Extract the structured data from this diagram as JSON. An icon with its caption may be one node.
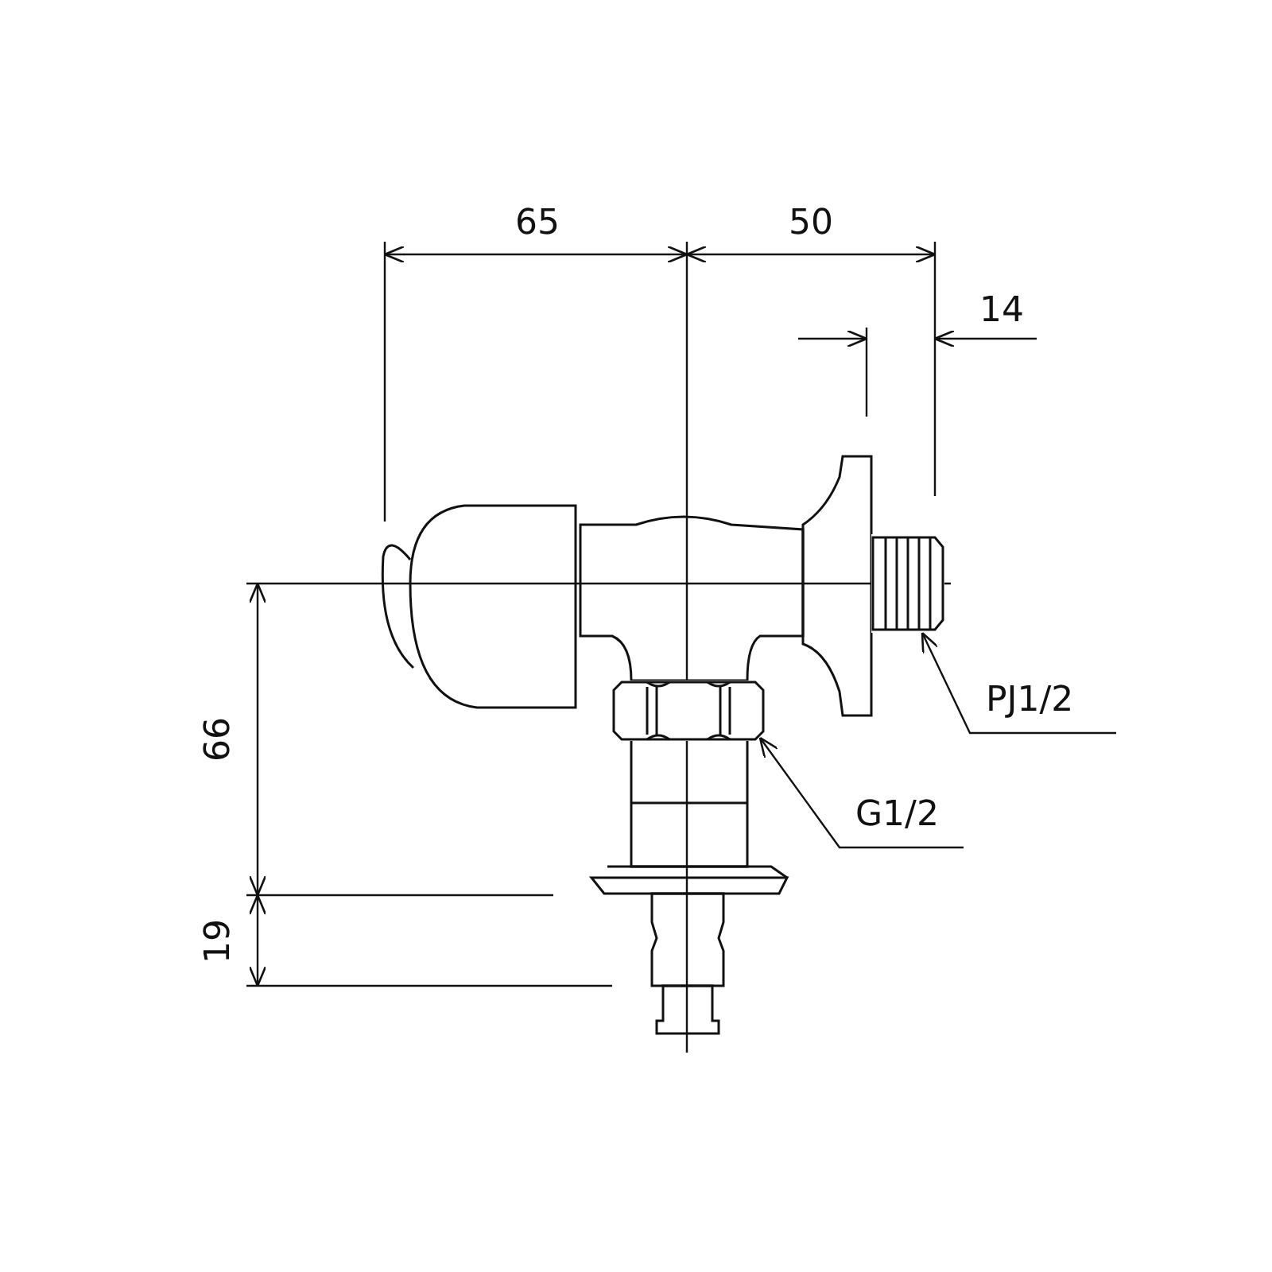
{
  "diagram": {
    "nodes": [
      {
        "text": [
          "PJ1/2"
        ]
      },
      {
        "text": [],
        "shape": "picture"
      },
      {
        "text": [
          "G1/2"
        ]
      },
      {
        "text": [],
        "shape": "picture"
      }
    ],
    "edges": [
      {
        "from": 0,
        "to": 1,
        "arrow": "to"
      },
      {
        "from": 2,
        "to": 3,
        "arrow": "to"
      }
    ],
    "labels": [
      "65",
      "50",
      "14",
      "66",
      "19"
    ]
  }
}
